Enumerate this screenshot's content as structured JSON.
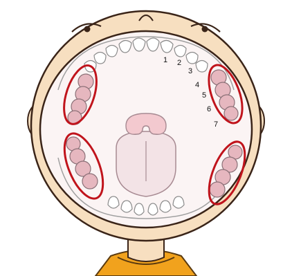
{
  "colors": {
    "skin": "#f7dfc0",
    "outline": "#3a2418",
    "mouth_bg": "#fbf4f4",
    "tongue": "#f3e3e6",
    "tongue_stroke": "#a78a92",
    "uvula": "#f3c9cf",
    "tooth": "#ffffff",
    "tooth_stroke": "#8b8b8b",
    "molar_fill": "#e6b7bf",
    "highlight_ring": "#c0141c",
    "shirt": "#f1a21d",
    "shirt_stroke": "#5a3a10"
  },
  "tooth_numbers": [
    "1",
    "2",
    "3",
    "4",
    "5",
    "6",
    "7"
  ],
  "icons": {
    "face": "child-face-icon",
    "eye_left": "closed-eye-icon",
    "eye_right": "closed-eye-icon",
    "nose": "nose-icon"
  }
}
